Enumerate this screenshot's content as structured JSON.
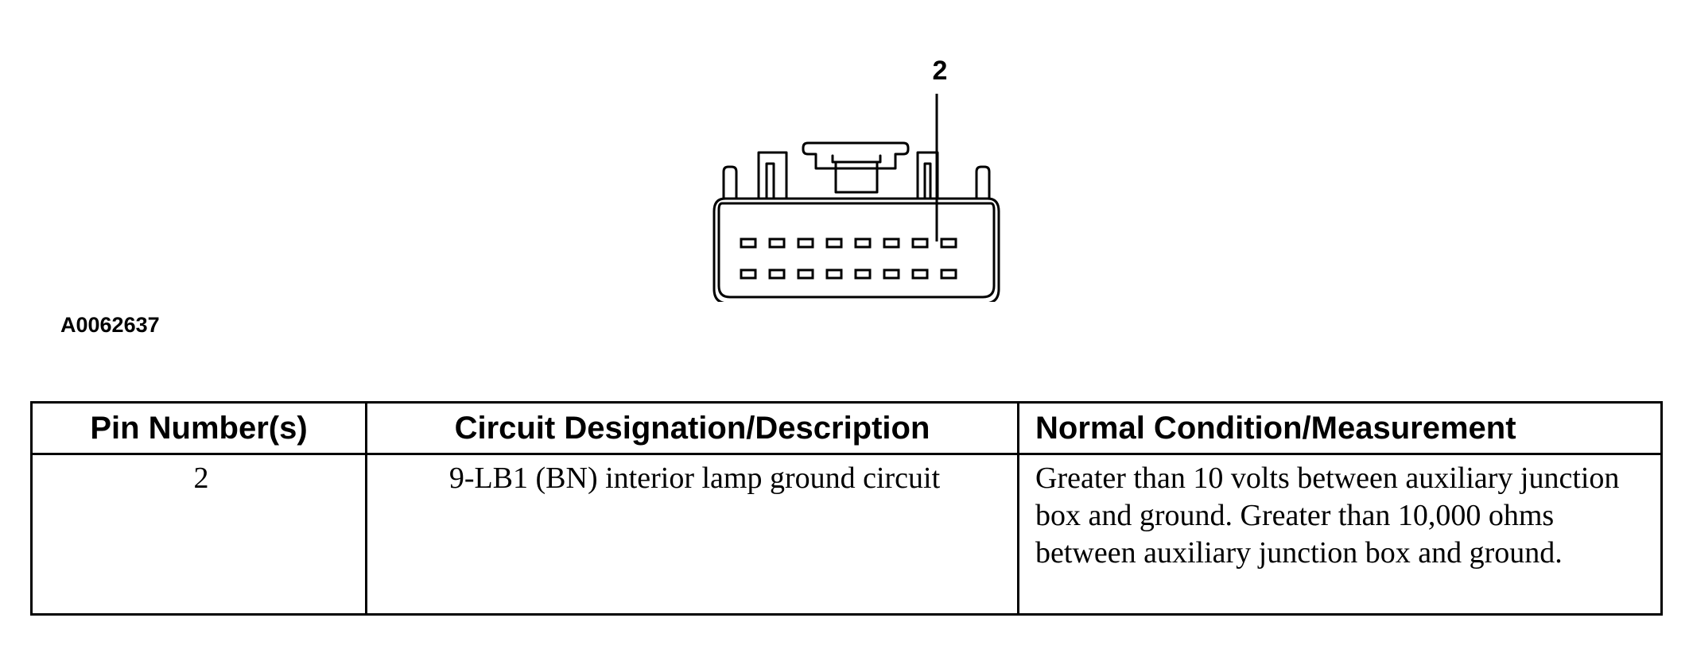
{
  "diagram": {
    "callout_label": "2",
    "figure_id": "A0062637",
    "connector": {
      "rows": 2,
      "cavities_per_row": 8,
      "called_out_cavity": {
        "row": 1,
        "position": 7
      }
    }
  },
  "table": {
    "headers": {
      "pin": "Pin Number(s)",
      "circuit": "Circuit Designation/Description",
      "condition": "Normal Condition/Measurement"
    },
    "rows": [
      {
        "pin": "2",
        "circuit": "9-LB1 (BN) interior lamp ground circuit",
        "condition": "Greater than 10 volts between auxiliary junction box and ground. Greater than 10,000 ohms between auxiliary junction box and ground."
      }
    ]
  }
}
